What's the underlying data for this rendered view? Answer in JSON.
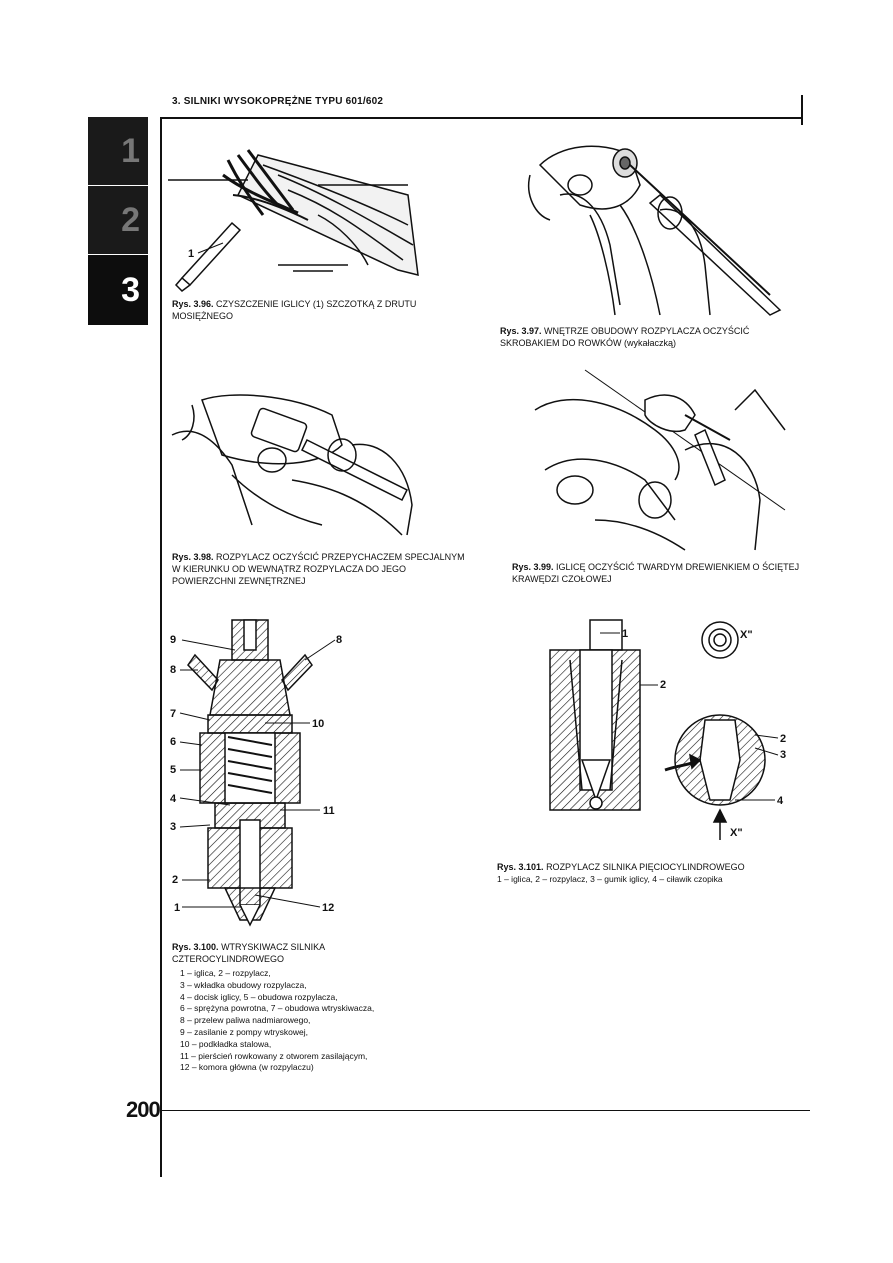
{
  "header": {
    "title": "3. SILNIKI WYSOKOPRĘŻNE TYPU 601/602"
  },
  "chapter_tabs": [
    "1",
    "2",
    "3"
  ],
  "active_tab": "3",
  "page_number": "200",
  "figures": {
    "f96": {
      "number": "Rys. 3.96.",
      "text": "CZYSZCZENIE IGLICY (1) SZCZOTKĄ Z DRUTU MOSIĘŻNEGO",
      "labels": [
        "1"
      ]
    },
    "f97": {
      "number": "Rys. 3.97.",
      "text": "WNĘTRZE OBUDOWY ROZPYLACZA OCZYŚCIĆ SKROBAKIEM DO ROWKÓW (wykałaczką)"
    },
    "f98": {
      "number": "Rys. 3.98.",
      "text": "ROZPYLACZ OCZYŚCIĆ PRZEPYCHACZEM SPECJALNYM W KIERUNKU OD WEWNĄTRZ ROZPYLACZA DO JEGO POWIERZCHNI ZEWNĘTRZNEJ"
    },
    "f99": {
      "number": "Rys. 3.99.",
      "text": "IGLICĘ OCZYŚCIĆ TWARDYM DREWIENKIEM O ŚCIĘTEJ KRAWĘDZI CZOŁOWEJ"
    },
    "f100": {
      "number": "Rys. 3.100.",
      "text": "WTRYSKIWACZ SILNIKA CZTEROCYLINDROWEGO",
      "labels": [
        "9",
        "8",
        "8",
        "7",
        "10",
        "6",
        "5",
        "4",
        "11",
        "3",
        "2",
        "1",
        "12"
      ],
      "legend": [
        "1 – iglica, 2 – rozpylacz,",
        "3 – wkładka obudowy rozpylacza,",
        "4 – docisk iglicy, 5 – obudowa rozpylacza,",
        "6 – sprężyna powrotna, 7 – obudowa wtryskiwacza,",
        "8 – przelew paliwa nadmiarowego,",
        "9 – zasilanie z pompy wtryskowej,",
        "10 – podkładka stalowa,",
        "11 – pierścień rowkowany z otworem zasilającym,",
        "12 – komora główna (w rozpylaczu)"
      ]
    },
    "f101": {
      "number": "Rys. 3.101.",
      "text": "ROZPYLACZ SILNIKA PIĘCIOCYLINDROWEGO",
      "legend": "1 – iglica, 2 – rozpylacz, 3 – gumik iglicy, 4 – ciławik czopika",
      "labels": [
        "1",
        "2",
        "2",
        "3",
        "4",
        "X\"",
        "X\""
      ]
    }
  }
}
